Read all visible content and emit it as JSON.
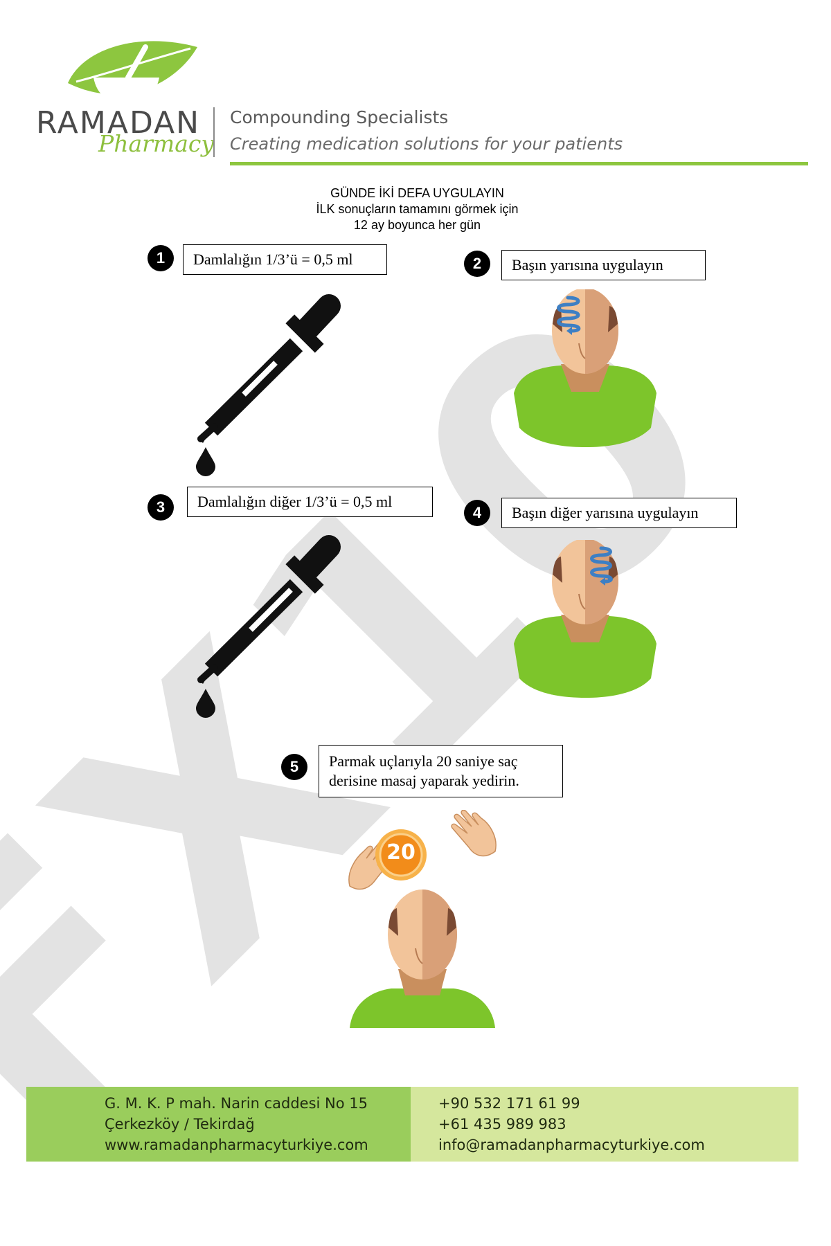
{
  "header": {
    "brand_name": "RAMADAN",
    "brand_sub": "Pharmacy",
    "tagline_title": "Compounding Specialists",
    "tagline_sub": "Creating medication solutions for your patients"
  },
  "intro": {
    "line1": "GÜNDE İKİ DEFA UYGULAYIN",
    "line2": "İLK sonuçların tamamını görmek için",
    "line3": "12 ay boyunca her gün"
  },
  "steps": [
    {
      "number": "1",
      "text": "Damlalığın 1/3’ü = 0,5 ml"
    },
    {
      "number": "2",
      "text": "Başın yarısına uygulayın"
    },
    {
      "number": "3",
      "text": "Damlalığın diğer 1/3’ü = 0,5 ml"
    },
    {
      "number": "4",
      "text": "Başın diğer yarısına uygulayın"
    },
    {
      "number": "5",
      "line1": "Parmak uçlarıyla 20 saniye saç",
      "line2": "derisine masaj yaparak yedirin."
    }
  ],
  "timer_badge": "20",
  "watermark": "FX10",
  "footer": {
    "address_line1": "G. M. K. P mah. Narin caddesi No 15",
    "address_line2": "Çerkezköy / Tekirdağ",
    "website": "www.ramadanpharmacyturkiye.com",
    "phone1": "+90 532 171 61 99",
    "phone2": "+61 435 989 983",
    "email": "info@ramadanpharmacyturkiye.com"
  },
  "colors": {
    "brand_green": "#8dc63f",
    "shirt_green": "#7dc52b",
    "footer_dark": "#9acd5c",
    "footer_light": "#d5e79d",
    "arrow_blue": "#3d7fc4",
    "badge_orange": "#f28c1a"
  },
  "icons": [
    "mortar-leaf-logo-icon",
    "dropper-icon",
    "drop-icon",
    "head-icon",
    "spiral-arrow-icon",
    "hand-icon",
    "timer-badge-icon"
  ]
}
